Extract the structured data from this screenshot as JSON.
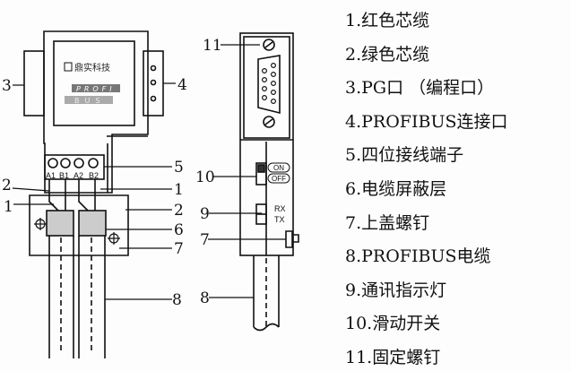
{
  "legend": [
    "1.红色芯缆",
    "2.绿色芯缆",
    "3.PG口 （编程口）",
    "4.PROFIBUS连接口",
    "5.四位接线端子",
    "6.电缆屏蔽层",
    "7.上盖螺钉",
    "8.PROFIBUS电缆",
    "9.通讯指示灯",
    "10.滑动开关",
    "11.固定螺钉"
  ],
  "front_view": {
    "logo_text": "鼎实科技",
    "brand_top": "PROFI",
    "brand_bottom": "BUS",
    "terminals": [
      "A1",
      "B1",
      "A2",
      "B2"
    ],
    "callouts": {
      "c3": "3",
      "c4": "4",
      "c5": "5",
      "c2a": "2",
      "c1a": "1",
      "c1b": "1",
      "c2b": "2",
      "c6": "6",
      "c7": "7",
      "c8": "8"
    }
  },
  "side_view": {
    "switch_on": "ON",
    "switch_off": "OFF",
    "led_rx": "RX",
    "led_tx": "TX",
    "callouts": {
      "c11": "11",
      "c10": "10",
      "c9": "9",
      "c7": "7",
      "c8": "8"
    }
  }
}
